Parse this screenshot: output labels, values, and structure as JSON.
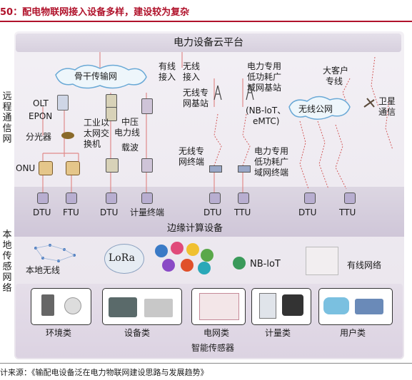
{
  "title": "50：配电物联网接入设备多样，建设较为复杂",
  "source": "计来源：《输配电设备泛在电力物联网建设思路与发展趋势》",
  "top": {
    "cloud_platform": "电力设备云平台",
    "backbone": "骨干传输网",
    "wired_access": [
      "有线",
      "接入"
    ],
    "wireless_access": [
      "无线",
      "接入"
    ],
    "wireless_base": [
      "无线专",
      "网基站"
    ],
    "lp_base": [
      "电力专用",
      "低功耗广",
      "域网基站",
      "(NB-loT、",
      "eMTC)"
    ],
    "public_net": "无线公网",
    "big_customer": [
      "大客户",
      "专线"
    ],
    "satellite": [
      "卫星",
      "通信"
    ]
  },
  "remote_side_label": "远程通信网",
  "remote": {
    "olt": "OLT",
    "epon": "EPON",
    "splitter": "分光器",
    "onu": "ONU",
    "ethernet_switch": [
      "工业以",
      "太网交",
      "换机"
    ],
    "plc": [
      "中压",
      "电力线",
      "载波"
    ],
    "wireless_terminal": [
      "无线专",
      "网终端"
    ],
    "lp_terminal": [
      "电力专用",
      "低功耗广",
      "域网终端"
    ]
  },
  "edge": {
    "devices": [
      "DTU",
      "FTU",
      "DTU",
      "计量终端",
      "DTU",
      "TTU",
      "DTU",
      "TTU"
    ],
    "label": "边缘计算设备"
  },
  "local_side_label": "本地传感网络",
  "local": {
    "wireless": "本地无线",
    "lora": "LoRa",
    "nbiot": "NB-loT",
    "wired": "有线网络"
  },
  "sensors": {
    "categories": [
      "环境类",
      "设备类",
      "电网类",
      "计量类",
      "用户类"
    ],
    "label": "智能传感器"
  },
  "colors": {
    "title": "#b0122b",
    "accent": "#6aa9d6"
  },
  "icons": [
    "satellite-dish-icon",
    "router-icon",
    "tower-icon",
    "gear-icon"
  ]
}
